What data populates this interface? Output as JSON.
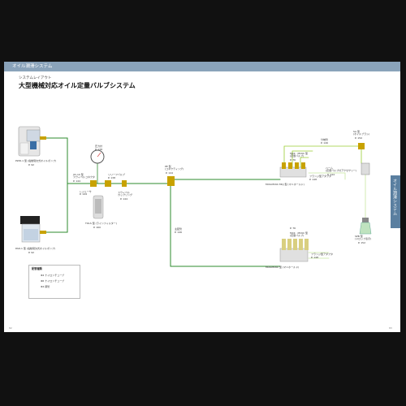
{
  "header": {
    "section": "オイル潤滑システム"
  },
  "subtitle": "システムレイアウト",
  "title": "大型機械対応オイル定量バルブシステム",
  "side_tab": "オイル潤滑システム",
  "pages": {
    "left": "82",
    "right": "83"
  },
  "labels": {
    "pump1": "PWD-1 型 (電動間欠式オイルポンプ)",
    "pump1_ref": "P. 92",
    "pump2": "PAD-1 型 (電動間欠式オイルポンプ)",
    "pump2_ref": "P. 92",
    "gauge": "圧力計",
    "gauge_ref": "P. 138",
    "connector1": "JIC-10 型\nスウィベルコネクタ",
    "connector1_ref": "P. 144",
    "reducer": "レジューサ\nP. 144",
    "filter": "TOLS 型 (ラインフィルター)",
    "filter_ref": "P. 160",
    "relief": "リリーフバルブ",
    "relief_ref": "P. 138",
    "coupling": "スウィベル\nカップリング",
    "coupling_ref": "P. 144",
    "tee": "PE 型\n(コネクティング)",
    "tee_ref": "P. 144",
    "main_pipe": "主配管",
    "main_pipe_ref": "P. 146",
    "valve_block1": "MCK · MCKC 型\n(定量バルブ)",
    "valve_block1_ref": "P. 76",
    "valve_block2": "MCK · MCKC 型\n(定量バルブ)",
    "valve_block2_ref": "P. 76",
    "fitting": "フランジ型アダプタ",
    "fitting_ref": "P. 148",
    "manifold1": "MCK-MCKC·MCJ 型 (マニホールド)",
    "manifold2": "MCK-MCKC 型 (マニホールド)",
    "sub_pipe": "分岐管",
    "sub_pipe_ref": "P. 146",
    "nozzle": "SA 型\n(オイルブラシ)",
    "nozzle_ref": "P. 150",
    "branch_valve": "ハーム\n(定量バルブ付アクセサリー)",
    "branch_valve_ref": "P. 144",
    "drip": "SPB 型\n(ドロップ表示)",
    "drip_ref": "P. 152"
  },
  "legend": {
    "title": "配管種類",
    "items": [
      "Φ4 ナイロンチューブ",
      "Φ6 ナイロンチューブ",
      "Φ4 銅管"
    ]
  },
  "colors": {
    "header": "#8aa3ba",
    "side_tab": "#5a7fa0",
    "pipe_dark": "#2e8b2e",
    "pipe_light": "#9acd32",
    "pipe_pale": "#c8e6a0",
    "fitting": "#c8a200"
  }
}
